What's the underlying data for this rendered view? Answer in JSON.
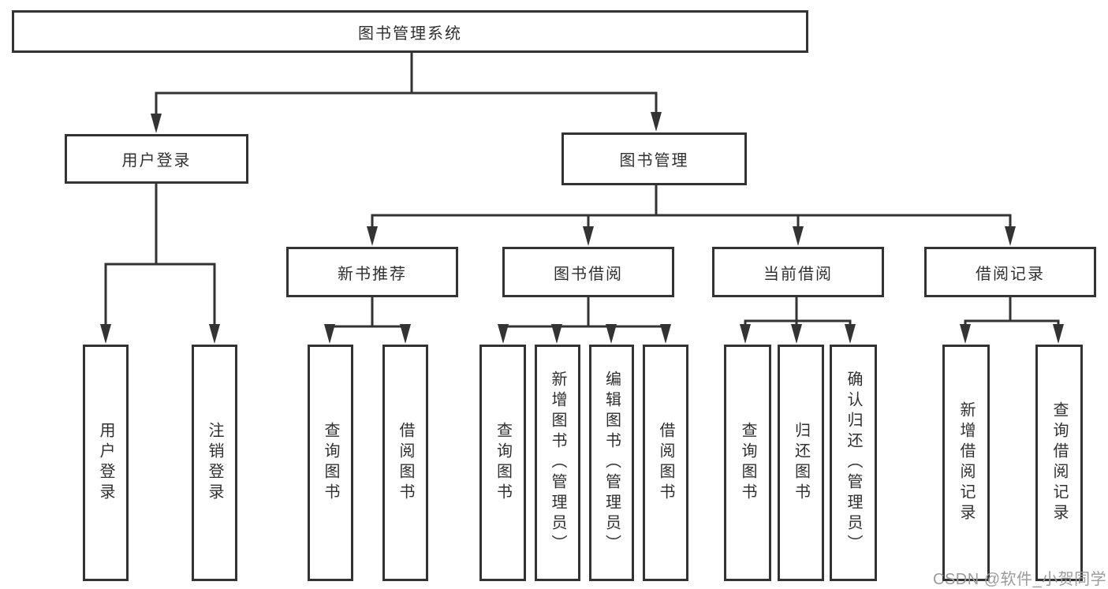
{
  "diagram_title": "图书管理系统",
  "tree": {
    "root": {
      "label": "图书管理系统",
      "children": [
        {
          "label": "用户登录",
          "children": [
            {
              "label": "用户登录"
            },
            {
              "label": "注销登录"
            }
          ]
        },
        {
          "label": "图书管理",
          "children": [
            {
              "label": "新书推荐",
              "children": [
                {
                  "label": "查询图书"
                },
                {
                  "label": "借阅图书"
                }
              ]
            },
            {
              "label": "图书借阅",
              "children": [
                {
                  "label": "查询图书"
                },
                {
                  "label": "新增图书（管理员）"
                },
                {
                  "label": "编辑图书（管理员）"
                },
                {
                  "label": "借阅图书"
                }
              ]
            },
            {
              "label": "当前借阅",
              "children": [
                {
                  "label": "查询图书"
                },
                {
                  "label": "归还图书"
                },
                {
                  "label": "确认归还（管理员）"
                }
              ]
            },
            {
              "label": "借阅记录",
              "children": [
                {
                  "label": "新增借阅记录"
                },
                {
                  "label": "查询借阅记录"
                }
              ]
            }
          ]
        }
      ]
    }
  },
  "watermark": {
    "text": "CSDN @软件_小贺同学"
  },
  "colors": {
    "line": "#333333",
    "box_border": "#333333",
    "text": "#303030",
    "background": "#ffffff",
    "watermark": "#9b9b9b"
  }
}
